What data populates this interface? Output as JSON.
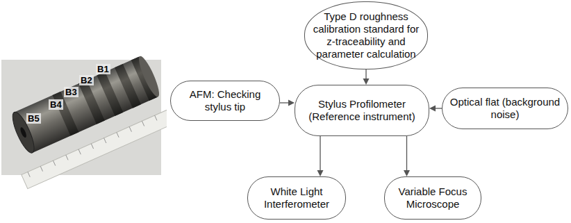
{
  "diagram": {
    "nodes": [
      {
        "text": [
          "Type D roughness calibration standard for z-traceability and parameter calculation"
        ]
      },
      {
        "text": [
          "AFM: Checking stylus tip"
        ]
      },
      {
        "text": [
          "Stylus Profilometer (Reference instrument)"
        ]
      },
      {
        "text": [
          "Optical flat (background noise)"
        ]
      },
      {
        "text": [
          "White Light Interferometer"
        ]
      },
      {
        "text": [
          "Variable Focus Microscope"
        ]
      }
    ],
    "edges": [
      {
        "from": 0,
        "to": 2,
        "arrow": "to"
      },
      {
        "from": 1,
        "to": 2,
        "arrow": "to"
      },
      {
        "from": 3,
        "to": 2,
        "arrow": "to"
      },
      {
        "from": 2,
        "to": 4,
        "arrow": "to"
      },
      {
        "from": 2,
        "to": 5,
        "arrow": "to"
      }
    ],
    "labels": [
      "B1",
      "B2",
      "B3",
      "B4",
      "B5"
    ]
  }
}
